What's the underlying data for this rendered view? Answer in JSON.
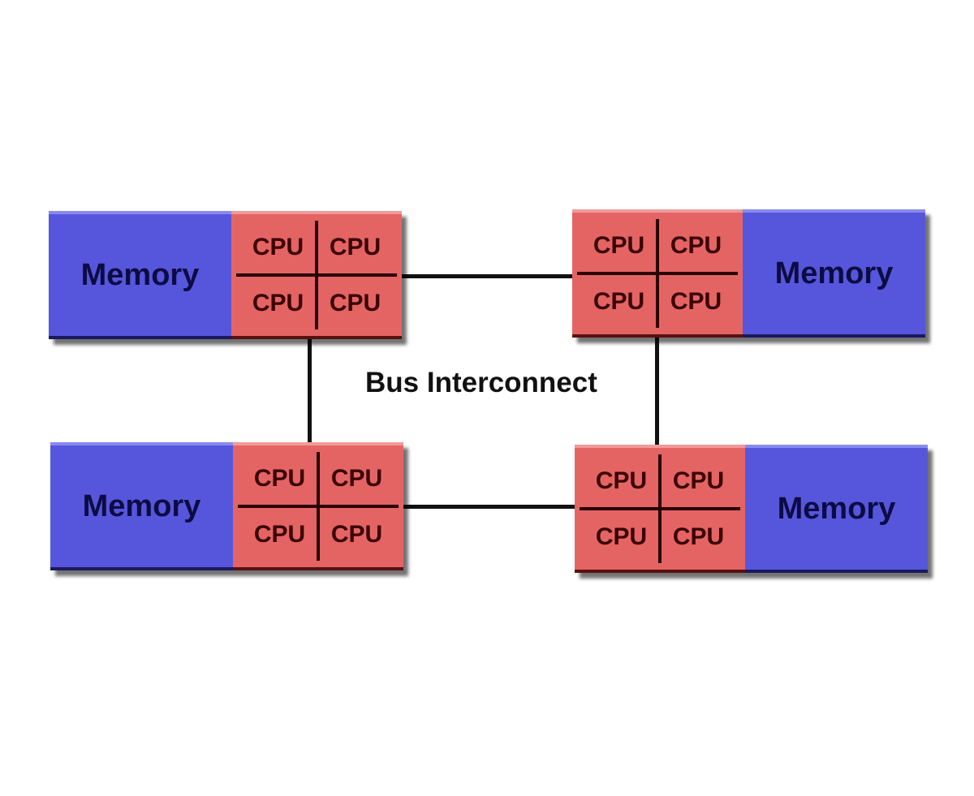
{
  "diagram": {
    "center_label": "Bus Interconnect",
    "nodes": [
      {
        "memory_label": "Memory",
        "cpus": [
          "CPU",
          "CPU",
          "CPU",
          "CPU"
        ]
      },
      {
        "memory_label": "Memory",
        "cpus": [
          "CPU",
          "CPU",
          "CPU",
          "CPU"
        ]
      },
      {
        "memory_label": "Memory",
        "cpus": [
          "CPU",
          "CPU",
          "CPU",
          "CPU"
        ]
      },
      {
        "memory_label": "Memory",
        "cpus": [
          "CPU",
          "CPU",
          "CPU",
          "CPU"
        ]
      }
    ],
    "colors": {
      "memory": "#5656dc",
      "cpu": "#e46464",
      "bus": "#111111"
    }
  }
}
